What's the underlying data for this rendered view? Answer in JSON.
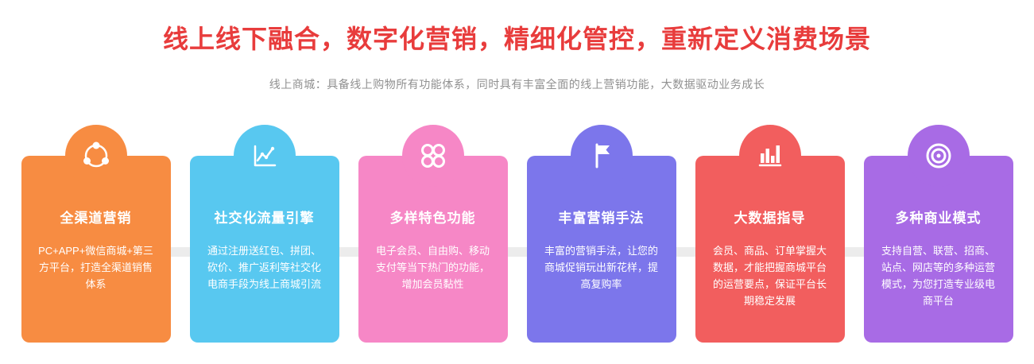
{
  "header": {
    "title": "线上线下融合，数字化营销，精细化管控，重新定义消费场景",
    "title_color": "#e83c3c",
    "subtitle": "线上商城：具备线上购物所有功能体系，同时具有丰富全面的线上营销功能，大数据驱动业务成长",
    "subtitle_color": "#909090"
  },
  "connector_color": "#ececec",
  "cards": [
    {
      "title": "全渠道营销",
      "desc": "PC+APP+微信商城+第三方平台，打造全渠道销售体系",
      "color": "#f78c42",
      "icon": "share-network-icon"
    },
    {
      "title": "社交化流量引擎",
      "desc": "通过注册送红包、拼团、砍价、推广返利等社交化电商手段为线上商城引流",
      "color": "#58c8f0",
      "icon": "line-chart-icon"
    },
    {
      "title": "多样特色功能",
      "desc": "电子会员、自由购、移动支付等当下热门的功能，增加会员黏性",
      "color": "#f687c6",
      "icon": "circles-grid-icon"
    },
    {
      "title": "丰富营销手法",
      "desc": "丰富的营销手法，让您的商城促销玩出新花样，提高复购率",
      "color": "#7c76eb",
      "icon": "flag-icon"
    },
    {
      "title": "大数据指导",
      "desc": "会员、商品、订单掌握大数据，才能把握商城平台的运营要点，保证平台长期稳定发展",
      "color": "#f25e5e",
      "icon": "bar-chart-icon"
    },
    {
      "title": "多种商业模式",
      "desc": "支持自营、联营、招商、站点、网店等的多种运营模式，为您打造专业级电商平台",
      "color": "#a86be5",
      "icon": "target-icon"
    }
  ]
}
